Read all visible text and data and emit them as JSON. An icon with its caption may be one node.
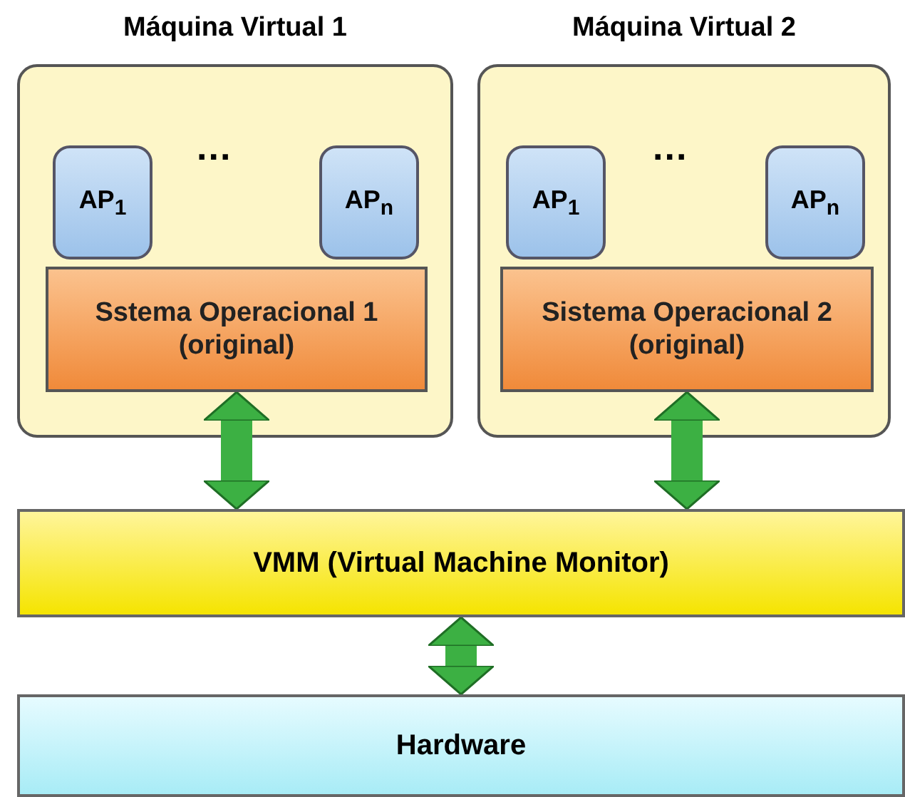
{
  "diagram": {
    "nodes": [
      {
        "text": [
          "Máquina Virtual 1"
        ]
      },
      {
        "text": [
          "AP$_{1}$"
        ],
        "in": 0
      },
      {
        "text": [
          "AP$_{n}$"
        ],
        "in": 0
      },
      {
        "text": [
          "Sstema Operacional 1 (original)"
        ],
        "in": 0
      },
      {
        "text": [
          "Máquina Virtual 2"
        ]
      },
      {
        "text": [
          "AP$_{1}$"
        ],
        "in": 4
      },
      {
        "text": [
          "AP$_{n}$"
        ],
        "in": 4
      },
      {
        "text": [
          "Sistema Operacional 2 (original)"
        ],
        "in": 4
      },
      {
        "text": [
          "VMM (Virtual Machine Monitor)"
        ]
      },
      {
        "text": [
          "Hardware"
        ]
      }
    ],
    "edges": [
      {
        "from": 3,
        "to": 8,
        "arrow": "both"
      },
      {
        "from": 7,
        "to": 8,
        "arrow": "both"
      },
      {
        "from": 8,
        "to": 9,
        "arrow": "both"
      }
    ],
    "labels": [
      "...",
      "..."
    ]
  }
}
